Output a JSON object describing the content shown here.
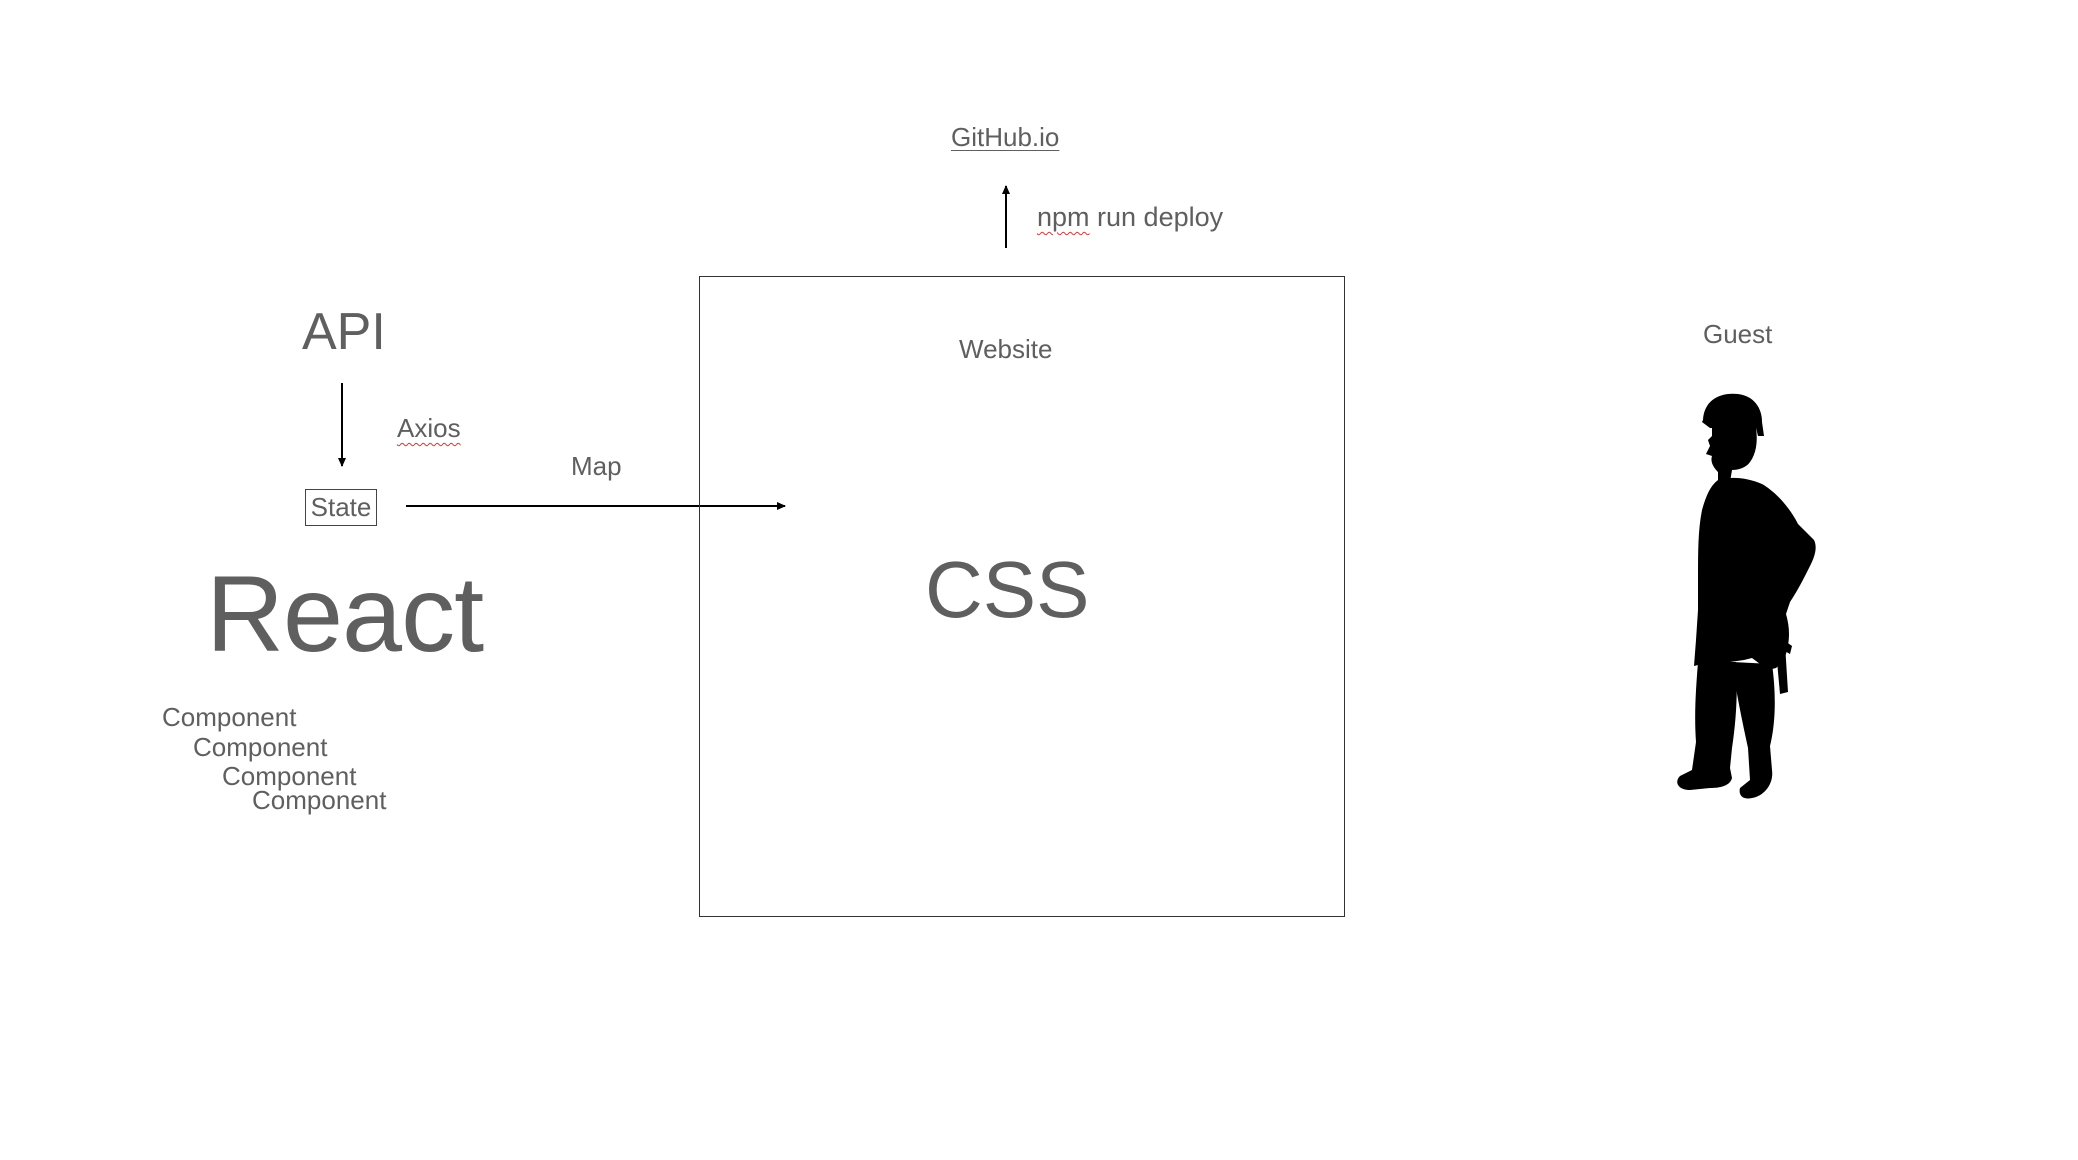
{
  "diagram": {
    "github": "GitHub.io",
    "npm_prefix": "npm",
    "npm_rest": " run deploy",
    "api": "API",
    "axios": "Axios",
    "map": "Map",
    "state": "State",
    "react": "React",
    "components": [
      "Component",
      "Component",
      "Component",
      "Component"
    ],
    "website": "Website",
    "css": "CSS",
    "guest": "Guest",
    "guest_figure_icon": "worker-silhouette-icon"
  },
  "colors": {
    "text": "#5f5f5f",
    "lines": "#000000",
    "spellcheck_underline": "#dd3333"
  }
}
